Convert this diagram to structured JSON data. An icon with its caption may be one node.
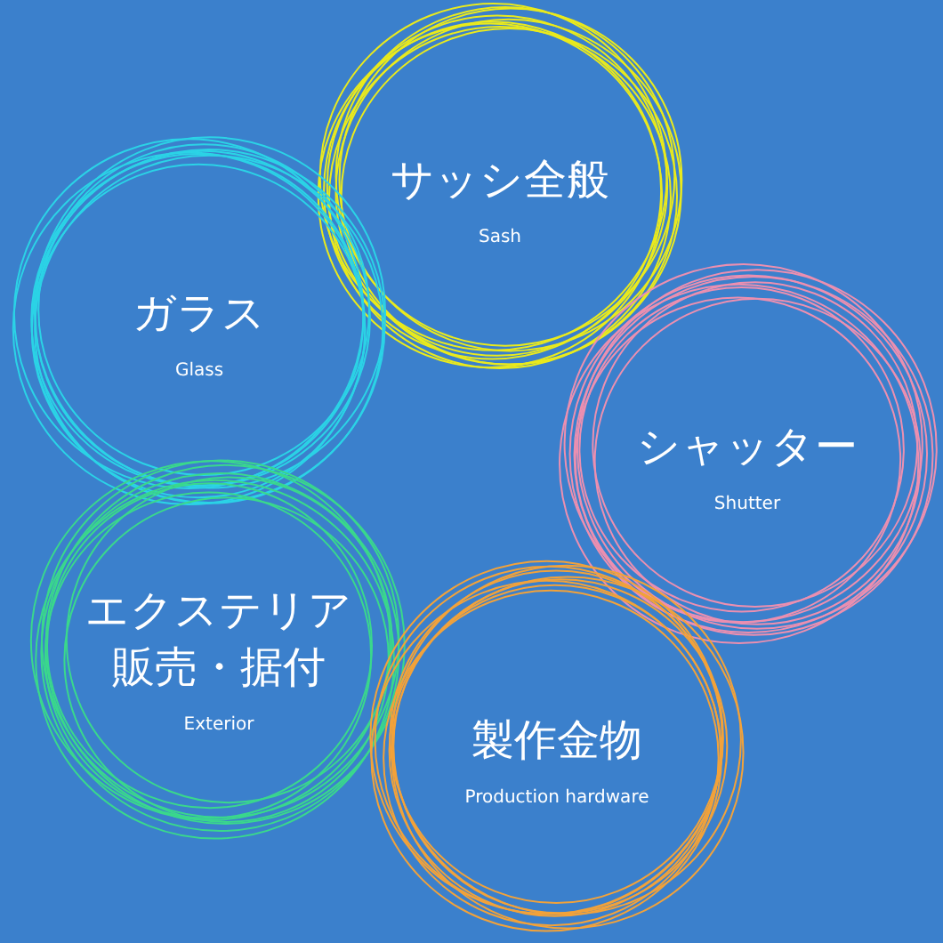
{
  "diagram": {
    "nodes": [
      {
        "text": [
          "サッシ全般",
          "Sash"
        ]
      },
      {
        "text": [
          "ガラス",
          "Glass"
        ]
      },
      {
        "text": [
          "シャッター",
          "Shutter"
        ]
      },
      {
        "text": [
          "エクステリア販売・据付",
          "Exterior"
        ]
      },
      {
        "text": [
          "製作金物",
          "Production hardware"
        ]
      }
    ]
  }
}
